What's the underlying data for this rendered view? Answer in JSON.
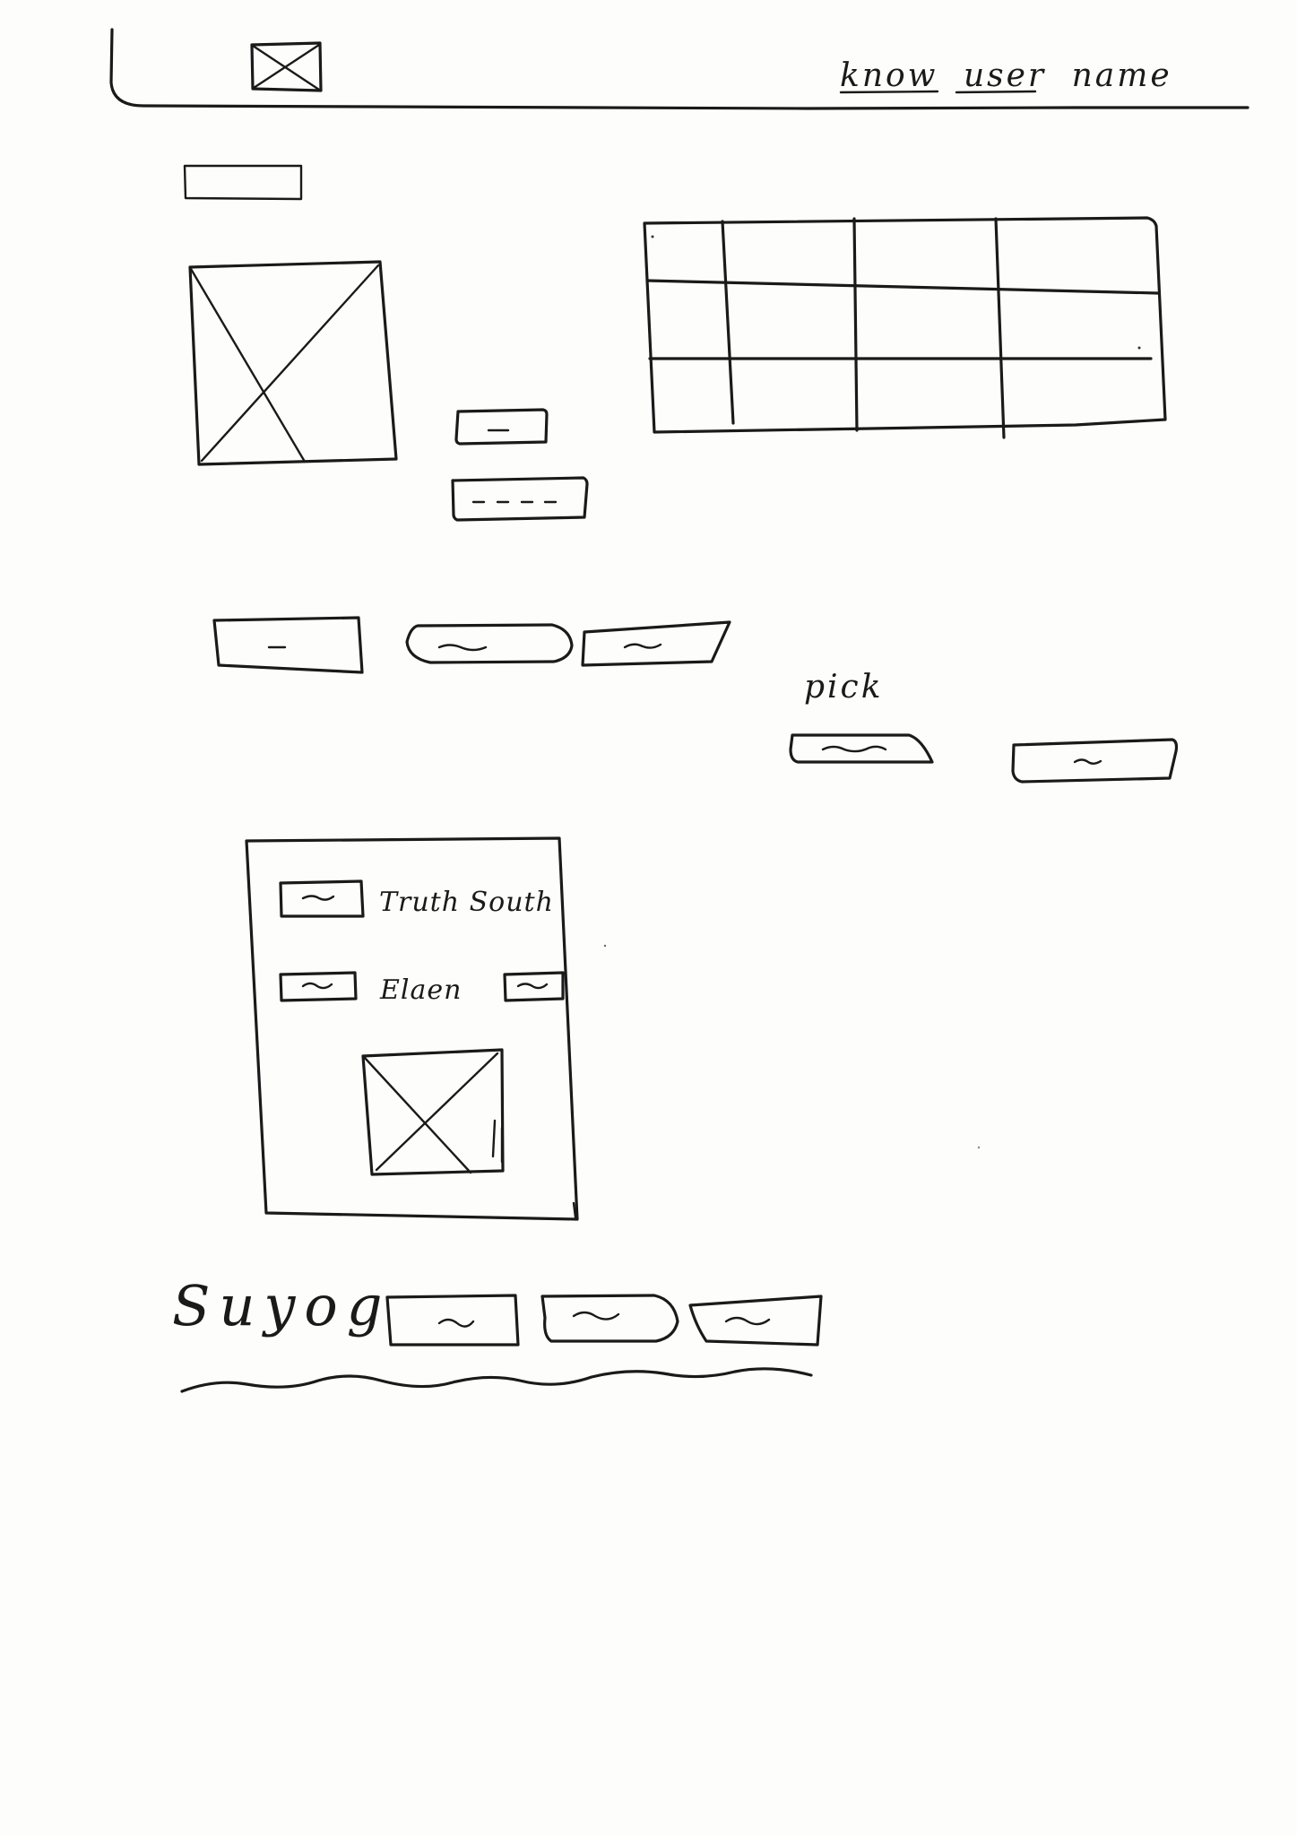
{
  "header": {
    "username_words": [
      "know",
      "user",
      "name"
    ]
  },
  "pick_section": {
    "label": "pick"
  },
  "card": {
    "row1_label": "Truth South",
    "row2_label": "Elaen"
  },
  "footer": {
    "brand": "Suyog"
  }
}
